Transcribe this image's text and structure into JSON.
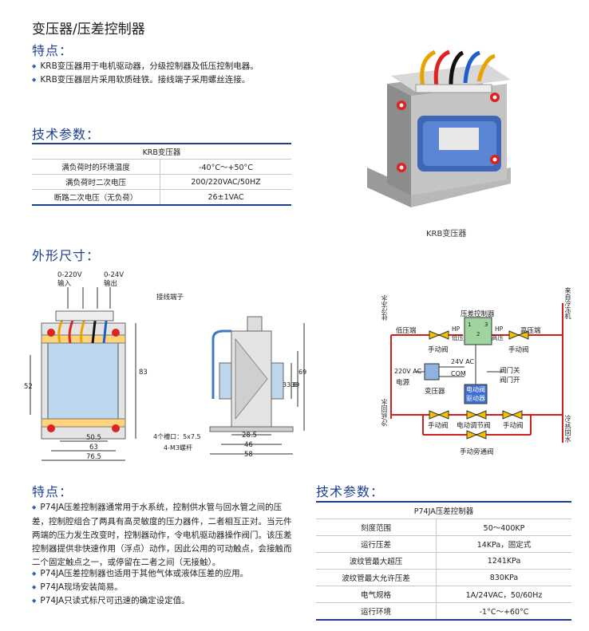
{
  "page_title": "变压器/压差控制器",
  "krb": {
    "features_title": "特点：",
    "features": [
      "KRB变压器用于电机驱动器，分级控制器及低压控制电器。",
      "KRB变压器层片采用软质硅铁。接线端子采用螺丝连接。"
    ],
    "params_title": "技术参数：",
    "table_title": "KRB变压器",
    "rows": [
      {
        "label": "满负荷时的环境温度",
        "value": "-40°C～+50°C"
      },
      {
        "label": "满负荷时二次电压",
        "value": "200/220VAC/50HZ"
      },
      {
        "label": "断路二次电压（无负荷）",
        "value": "26±1VAC"
      }
    ],
    "photo_caption": "KRB变压器"
  },
  "dimensions": {
    "title": "外形尺寸：",
    "labels": {
      "input_voltage": "0-220V",
      "input": "输入",
      "output_voltage": "0-24V",
      "output": "输出",
      "terminal": "接线端子",
      "height_left": "52",
      "height_right": "83",
      "w1": "50.5",
      "w2": "63",
      "w3": "76.5",
      "slot": "4个槽口：5x7.5",
      "bolt": "4-M3螺杆",
      "s1": "28.5",
      "s2": "46",
      "s3": "58",
      "h1": "33.6",
      "h2": "39",
      "h3": "69"
    }
  },
  "diagram": {
    "supply_return": "往冷冻水",
    "from_chiller": "来自冷冻机",
    "hot_return": "冷/热回水",
    "hot_return2": "冷/热回水",
    "controller": "压差控制器",
    "low_side": "低压端",
    "high_side": "高压端",
    "hp_left": "HP",
    "lp_left": "低压",
    "hp_right": "HP",
    "hp_right_label": "高压",
    "manual_valve_left": "手动阀",
    "manual_valve_right": "手动阀",
    "power_v": "220V AC",
    "power": "电源",
    "sec_v": "24V AC",
    "com": "COM",
    "transformer": "变压器",
    "valve_close": "阀门关",
    "valve_open": "阀门开",
    "actuator1": "电动阀",
    "actuator2": "驱动器",
    "bottom_manual_left": "手动阀",
    "motor_valve": "电动调节阀",
    "bottom_manual_right": "手动阀",
    "bypass": "手动旁通阀",
    "num1": "1",
    "num2": "2",
    "num3": "3"
  },
  "p74": {
    "features_title": "特点：",
    "features": [
      "P74JA压差控制器通常用于水系统，控制供水管与回水管之间的压差，控制腔组合了两具有高灵敏度的压力器件，二者相互正对。当元件两端的压力发生改变时，控制器动作，令电机驱动器操作阀门。该压差控制器提供非快速作用（浮点）动作，因此公用的可动触点，会接触而二个固定触点之一，或停留在二者之间（无接触）。",
      "P74JA压差控制器也适用于其他气体或液体压差的应用。",
      "P74JA现场安装简易。",
      "P74JA只读式标尺可迅速的确定设定值。"
    ],
    "params_title": "技术参数：",
    "table_title": "P74JA压差控制器",
    "rows": [
      {
        "label": "刻度范围",
        "value": "50～400KP"
      },
      {
        "label": "运行压差",
        "value": "14KPa，固定式"
      },
      {
        "label": "波纹管最大超压",
        "value": "1241KPa"
      },
      {
        "label": "波纹管最大允许压差",
        "value": "830KPa"
      },
      {
        "label": "电气规格",
        "value": "1A/24VAC，50/60Hz"
      },
      {
        "label": "运行环境",
        "value": "-1°C～+60°C"
      }
    ]
  },
  "colors": {
    "accent": "#1d3f92",
    "bullet": "#2c5fb8",
    "flow": "#d21f1f"
  }
}
